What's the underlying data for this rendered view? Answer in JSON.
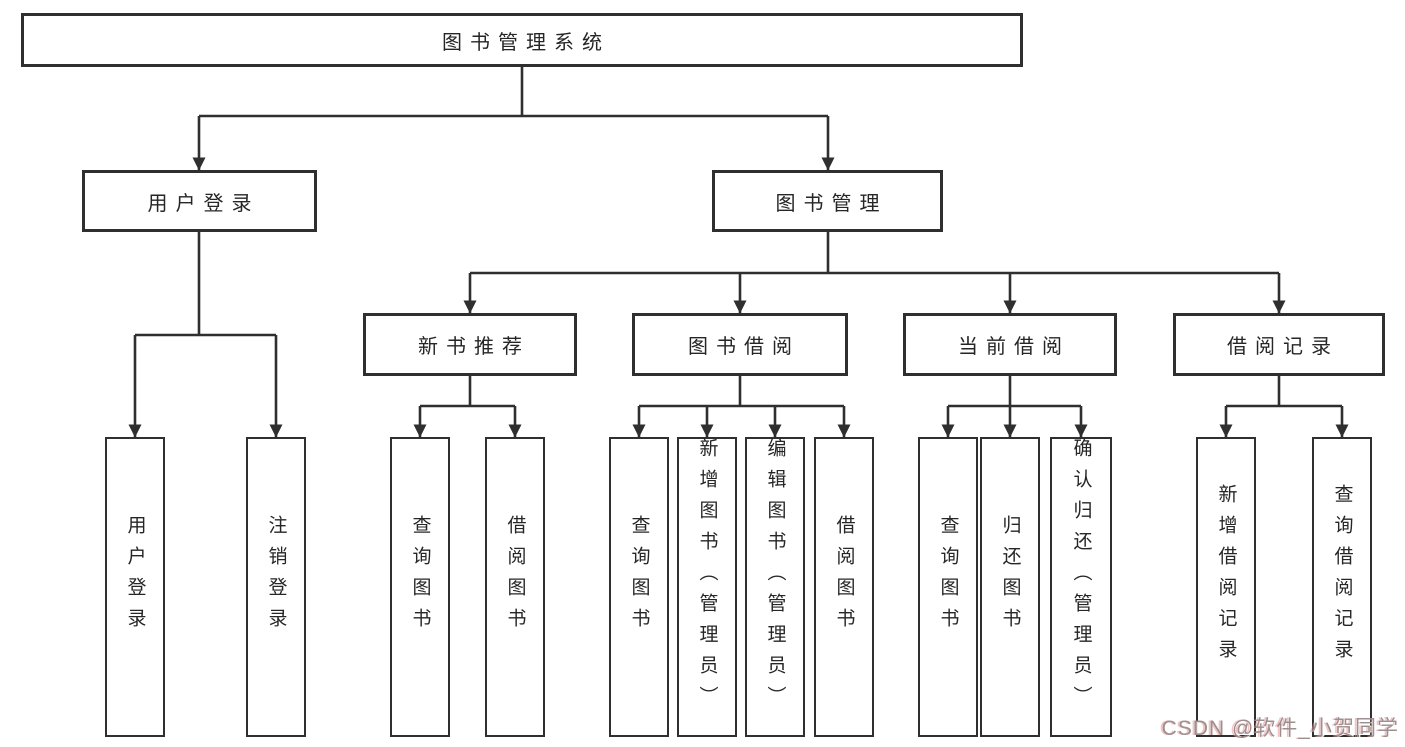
{
  "root": {
    "label": "图书管理系统"
  },
  "nodes": {
    "user_login": {
      "label": "用户登录",
      "children": [
        "用户登录",
        "注销登录"
      ]
    },
    "book_management": {
      "label": "图书管理"
    },
    "new_book_recommend": {
      "label": "新书推荐",
      "children": [
        "查询图书",
        "借阅图书"
      ]
    },
    "book_borrow": {
      "label": "图书借阅",
      "children": [
        "查询图书",
        "新增图书（管理员）",
        "编辑图书（管理员）",
        "借阅图书"
      ]
    },
    "current_borrow": {
      "label": "当前借阅",
      "children": [
        "查询图书",
        "归还图书",
        "确认归还（管理员）"
      ]
    },
    "borrow_records": {
      "label": "借阅记录",
      "children": [
        "新增借阅记录",
        "查询借阅记录"
      ]
    }
  },
  "watermark": "CSDN @软件_小贺同学",
  "colors": {
    "line": "#2f2f2f",
    "box_border": "#2f2f2f",
    "background": "#ffffff",
    "text": "#262626",
    "watermark": "#9c8f8f"
  }
}
